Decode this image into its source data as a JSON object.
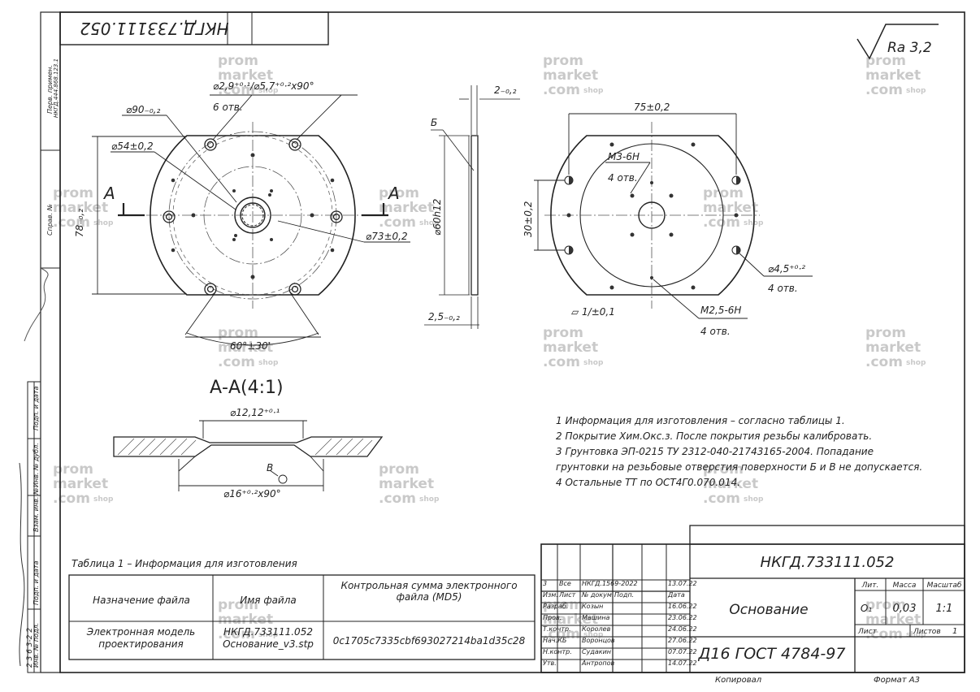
{
  "doc": {
    "code": "НКГД.733111.052",
    "code_rotated": "НКГД.733111.052",
    "roughness": "Ra 3,2",
    "part_name": "Основание",
    "material": "Д16 ГОСТ 4784-97",
    "lit_label": "Лит.",
    "mass_label": "Масса",
    "scale_label": "Масштаб",
    "lit_value": "О₁",
    "mass_value": "0,03",
    "scale_value": "1:1",
    "sheet_label": "Лист",
    "sheets_label": "Листов",
    "sheets_value": "1",
    "copied": "Копировал",
    "format": "Формат   А3"
  },
  "dims": {
    "holes_top": "⌀2,9⁺⁰·¹/⌀5,7⁺⁰·²x90°",
    "holes_top_count": "6 отв.",
    "d90": "⌀90₋₀,₂",
    "d54": "⌀54±0,2",
    "d78": "78₋₀,₂",
    "d73": "⌀73±0,2",
    "angle": "60°±30'",
    "section_a_left": "А",
    "section_a_right": "А",
    "thickness_top": "2₋₀,₂",
    "surface_b": "Б",
    "d60": "⌀60h12",
    "d25": "2,5₋₀,₂",
    "w75": "75±0,2",
    "m3": "М3-6Н",
    "m3_count": "4 отв.",
    "h30": "30±0,2",
    "d45": "⌀4,5⁺⁰·²",
    "d45_count": "4 отв.",
    "flat": "▱ 1/±0,1",
    "m25": "М2,5-6Н",
    "m25_count": "4 отв.",
    "section_title": "А-А(4:1)",
    "d1212": "⌀12,12⁺⁰·¹",
    "surface_v": "В",
    "d16": "⌀16⁺⁰·²x90°"
  },
  "notes": [
    "1  Информация для изготовления – согласно таблицы 1.",
    "2  Покрытие Хим.Окс.з. После покрытия резьбы калибровать.",
    "3  Грунтовка   ЭП-0215   ТУ   2312-040-21743165-2004.       Попадание",
    "грунтовки на резьбовые отверстия поверхности Б и В не допускается.",
    "4  Остальные ТТ по ОСТ4Г0.070.014."
  ],
  "table": {
    "title": "Таблица 1 – Информация для изготовления",
    "headers": [
      "Назначение файла",
      "Имя файла",
      "Контрольная сумма электронного файла (MD5)"
    ],
    "row": [
      "Электронная модель проектирования",
      "НКГД.733111.052 Основание_v3.stp",
      "0c1705c7335cbf693027214ba1d35c28"
    ]
  },
  "stamp_rows": [
    [
      "3",
      "Все",
      "НКГД.1569-2022",
      "",
      "13.07.22"
    ],
    [
      "Изм.",
      "Лист",
      "№ докум.",
      "Подп.",
      "Дата"
    ],
    [
      "Разраб.",
      "",
      "Козын",
      "",
      "16.06.22"
    ],
    [
      "Пров.",
      "",
      "Машина",
      "",
      "23.06.22"
    ],
    [
      "Т.контр.",
      "",
      "Королев",
      "",
      "24.06.22"
    ],
    [
      "Нач.КБ",
      "",
      "Воронцов",
      "",
      "27.06.22"
    ],
    [
      "Н.контр.",
      "",
      "Судакин",
      "",
      "07.07.22"
    ],
    [
      "Утв.",
      "",
      "Антропов",
      "",
      "14.07.22"
    ]
  ],
  "side_labels": [
    "Перв. примен.",
    "НКГД.444.868.123.1",
    "Справ. №",
    "Подп. и дата",
    "Инв. № дубл.",
    "Взам. инв. №",
    "Подп. и дата",
    "Инв. № подл.",
    "2 3 6 3-2 2"
  ],
  "watermark": [
    "prom",
    "market",
    ".com",
    "shop"
  ]
}
